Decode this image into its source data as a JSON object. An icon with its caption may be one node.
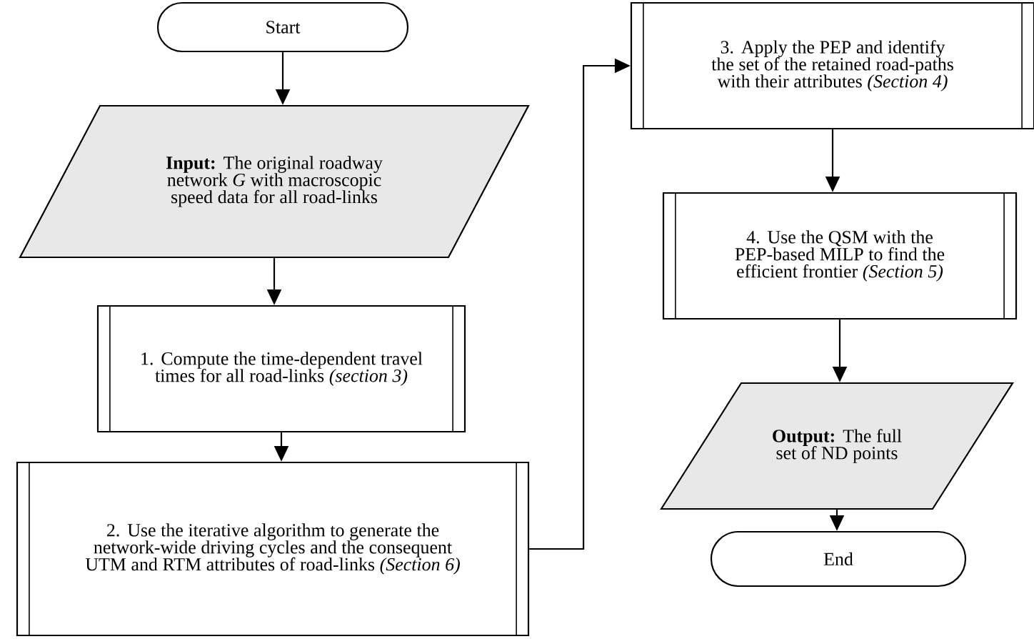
{
  "diagram": {
    "nodes": [
      {
        "text": [
          "Start"
        ]
      },
      {
        "text": [
          "**Input:** The original roadway network *G* with macroscopic speed data for all road-links"
        ]
      },
      {
        "text": [
          "1. Compute the time-dependent travel times for all road-links *(section 3)*"
        ]
      },
      {
        "text": [
          "2. Use the iterative algorithm to generate the network-wide driving cycles and the consequent UTM and RTM attributes of road-links *(Section 6)*"
        ]
      },
      {
        "text": [
          "3. Apply the PEP and identify the set of the retained road-paths with their attributes *(Section 4)*"
        ]
      },
      {
        "text": [
          "4. Use the QSM with the PEP-based MILP to find the efficient frontier *(Section 5)*"
        ]
      },
      {
        "text": [
          "**Output:** The full set of ND points"
        ]
      },
      {
        "text": [
          "End"
        ]
      }
    ],
    "edges": [
      {
        "from": 0,
        "to": 1,
        "arrow": "to"
      },
      {
        "from": 1,
        "to": 2,
        "arrow": "to"
      },
      {
        "from": 2,
        "to": 3,
        "arrow": "to"
      },
      {
        "from": 3,
        "to": 4,
        "arrow": "to"
      },
      {
        "from": 4,
        "to": 5,
        "arrow": "to"
      },
      {
        "from": 5,
        "to": 6,
        "arrow": "to"
      },
      {
        "from": 6,
        "to": 7,
        "arrow": "to"
      }
    ]
  }
}
